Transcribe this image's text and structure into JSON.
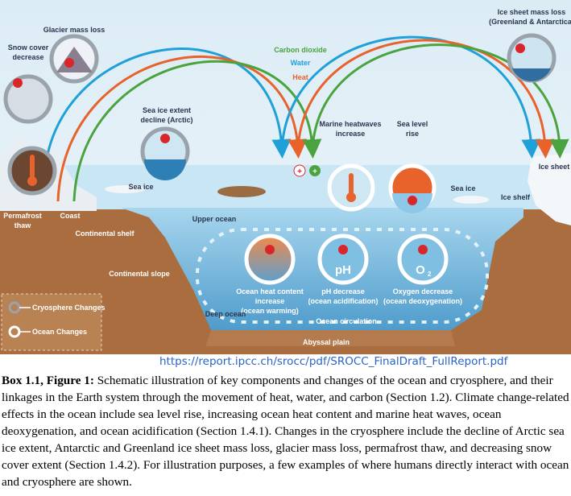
{
  "figure": {
    "labels": {
      "snow_cover_1": "Snow cover",
      "snow_cover_2": "decrease",
      "glacier": "Glacier mass loss",
      "sea_ice_extent_1": "Sea ice extent",
      "sea_ice_extent_2": "decline (Arctic)",
      "ice_sheet_loss_1": "Ice sheet mass loss",
      "ice_sheet_loss_2": "(Greenland & Antarctica)",
      "carbon_dioxide": "Carbon dioxide",
      "water": "Water",
      "heat": "Heat",
      "marine_heatwaves_1": "Marine heatwaves",
      "marine_heatwaves_2": "increase",
      "sea_level_1": "Sea level",
      "sea_level_2": "rise",
      "ice_sheet": "Ice sheet",
      "sea_ice_left": "Sea ice",
      "sea_ice_right": "Sea ice",
      "ice_shelf": "Ice shelf",
      "permafrost_1": "Permafrost",
      "permafrost_2": "thaw",
      "coast": "Coast",
      "continental_shelf": "Continental shelf",
      "upper_ocean": "Upper ocean",
      "continental_slope": "Continental slope",
      "ohc_1": "Ocean heat content",
      "ohc_2": "increase",
      "ohc_3": "(ocean warming)",
      "ph_1": "pH decrease",
      "ph_2": "(ocean acidification)",
      "o2_1": "Oxygen decrease",
      "o2_2": "(ocean deoxygenation)",
      "ph_symbol": "pH",
      "o2_symbol": "O",
      "o2_sub": "2",
      "deep_ocean": "Deep ocean",
      "ocean_circulation": "Ocean circulation",
      "abyssal_plain": "Abyssal plain",
      "plus": "+"
    },
    "legend": {
      "cryosphere": "Cryosphere Changes",
      "ocean": "Ocean Changes"
    },
    "colors": {
      "carbon": "#4aa33e",
      "water": "#1fa0d8",
      "heat": "#e8622c",
      "alert": "#d9262b"
    }
  },
  "link": "https://report.ipcc.ch/srocc/pdf/SROCC_FinalDraft_FullReport.pdf",
  "caption": {
    "title": "Box 1.1, Figure 1:",
    "text": " Schematic illustration of key components and changes of the ocean and cryosphere, and their linkages in the Earth system through the movement of heat, water, and carbon (Section 1.2). Climate change-related effects in the ocean include sea level rise, increasing ocean heat content and marine heat waves, ocean deoxygenation, and ocean acidification (Section 1.4.1). Changes in the cryosphere include the decline of Arctic sea ice extent, Antarctic and Greenland ice sheet mass loss, glacier mass loss, permafrost thaw, and decreasing snow cover extent (Section 1.4.2). For illustration purposes, a few examples of where humans directly interact with ocean and cryosphere are shown."
  }
}
